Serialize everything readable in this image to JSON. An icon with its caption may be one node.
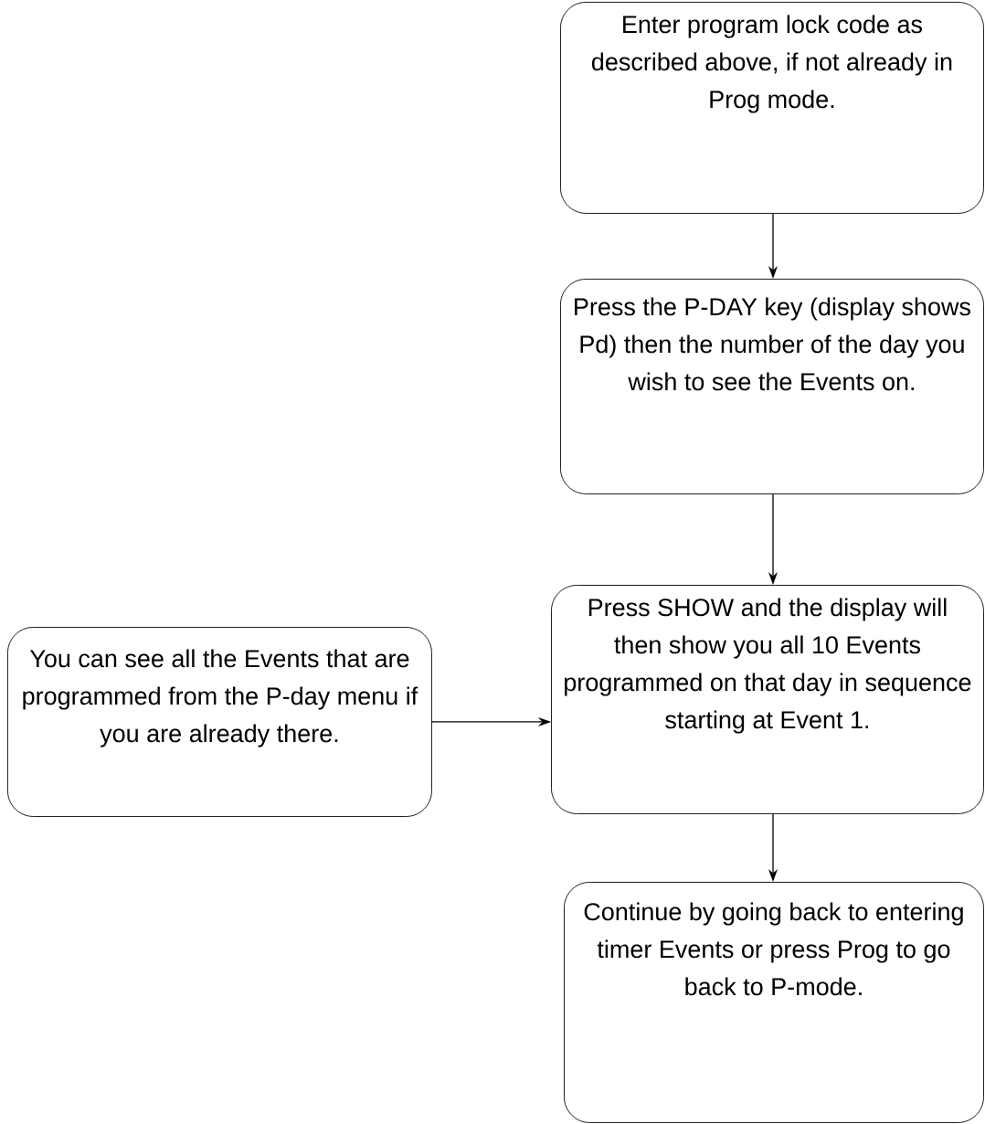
{
  "diagram": {
    "nodes": [
      {
        "text": [
          "Enter program lock code as described above, if not already in Prog mode."
        ]
      },
      {
        "text": [
          "Press the P-DAY key (display shows Pd) then the number of the day you wish to see the Events on."
        ]
      },
      {
        "text": [
          "Press SHOW and the display will then show you all 10 Events programmed on that day in sequence starting at Event 1."
        ]
      },
      {
        "text": [
          "You can see all the Events that are programmed from the P-day menu if you are already there."
        ]
      },
      {
        "text": [
          "Continue by going back to entering timer Events or press Prog to go back to P-mode."
        ]
      }
    ],
    "edges": [
      {
        "from": 0,
        "to": 1,
        "arrow": "to"
      },
      {
        "from": 1,
        "to": 2,
        "arrow": "to"
      },
      {
        "from": 3,
        "to": 2,
        "arrow": "to"
      },
      {
        "from": 2,
        "to": 4,
        "arrow": "to"
      }
    ]
  }
}
